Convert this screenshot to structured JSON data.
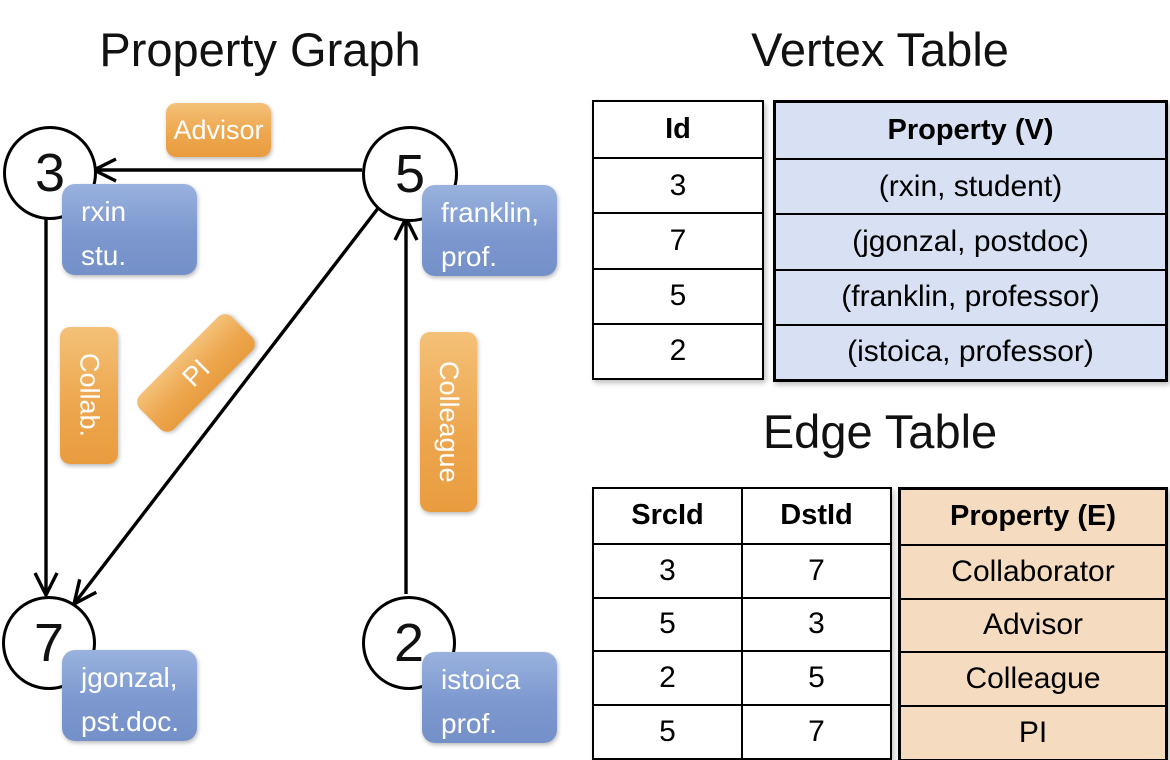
{
  "graph": {
    "title": "Property Graph",
    "nodes": [
      {
        "id": "3",
        "line1": "rxin",
        "line2": "stu."
      },
      {
        "id": "5",
        "line1": "franklin,",
        "line2": "prof."
      },
      {
        "id": "7",
        "line1": "jgonzal,",
        "line2": "pst.doc."
      },
      {
        "id": "2",
        "line1": "istoica",
        "line2": "prof."
      }
    ],
    "edge_labels": {
      "advisor": "Advisor",
      "collab": "Collab.",
      "pi": "PI",
      "colleague": "Colleague"
    }
  },
  "vertex_table": {
    "title": "Vertex Table",
    "columns": {
      "id": "Id",
      "property": "Property (V)"
    },
    "rows": [
      {
        "id": "3",
        "property": "(rxin, student)"
      },
      {
        "id": "7",
        "property": "(jgonzal, postdoc)"
      },
      {
        "id": "5",
        "property": "(franklin, professor)"
      },
      {
        "id": "2",
        "property": "(istoica, professor)"
      }
    ]
  },
  "edge_table": {
    "title": "Edge Table",
    "columns": {
      "src": "SrcId",
      "dst": "DstId",
      "property": "Property (E)"
    },
    "rows": [
      {
        "src": "3",
        "dst": "7",
        "property": "Collaborator"
      },
      {
        "src": "5",
        "dst": "3",
        "property": "Advisor"
      },
      {
        "src": "2",
        "dst": "5",
        "property": "Colleague"
      },
      {
        "src": "5",
        "dst": "7",
        "property": "PI"
      }
    ]
  },
  "colors": {
    "edge_label_orange_top": "#f4c178",
    "edge_label_orange_bottom": "#e99c3e",
    "vertex_box_blue_top": "#99b2de",
    "vertex_box_blue_bottom": "#7490c8",
    "vertex_table_fill": "#d8e1f3",
    "edge_table_fill": "#f5dcc0",
    "line_color": "#000000"
  }
}
